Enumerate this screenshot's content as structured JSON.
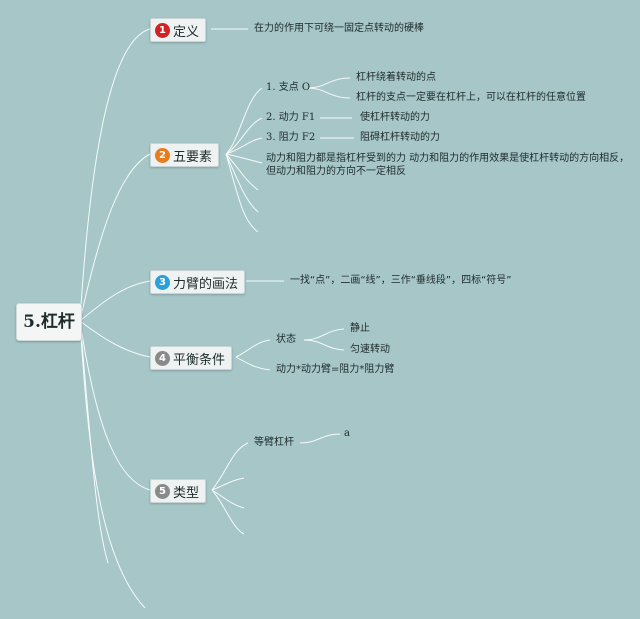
{
  "root": {
    "label": "5.杠杆"
  },
  "colors": {
    "background": "#a6c6c8",
    "badge1": "#d32222",
    "badge2": "#ea7a1c",
    "badge3": "#2a9fd8",
    "badge4": "#8a8a8a",
    "badge5": "#8a8a8a"
  },
  "branches": [
    {
      "number": "1",
      "label": "定义",
      "children": [
        "在力的作用下可绕一固定点转动的硬棒"
      ]
    },
    {
      "number": "2",
      "label": "五要素",
      "fulcrum": {
        "label": "1. 支点 O",
        "details": [
          "杠杆绕着转动的点",
          "杠杆的支点一定要在杠杆上，可以在杠杆的任意位置"
        ]
      },
      "power": {
        "label": "2. 动力 F1",
        "detail": "使杠杆转动的力"
      },
      "resistance": {
        "label": "3. 阻力 F2",
        "detail": "阻碍杠杆转动的力"
      },
      "note": [
        "动力和阻力都是指杠杆受到的力 动力和阻力的作用效果是使杠杆转动的方向相反，",
        "但动力和阻力的方向不一定相反"
      ]
    },
    {
      "number": "3",
      "label": "力臂的画法",
      "children": [
        "一找“点”，二画“线”，三作“垂线段”，四标“符号”"
      ]
    },
    {
      "number": "4",
      "label": "平衡条件",
      "state": {
        "label": "状态",
        "details": [
          "静止",
          "匀速转动"
        ]
      },
      "formula": "动力*动力臂=阻力*阻力臂"
    },
    {
      "number": "5",
      "label": "类型",
      "equal_arm": {
        "label": "等臂杠杆",
        "detail": "a"
      }
    }
  ]
}
